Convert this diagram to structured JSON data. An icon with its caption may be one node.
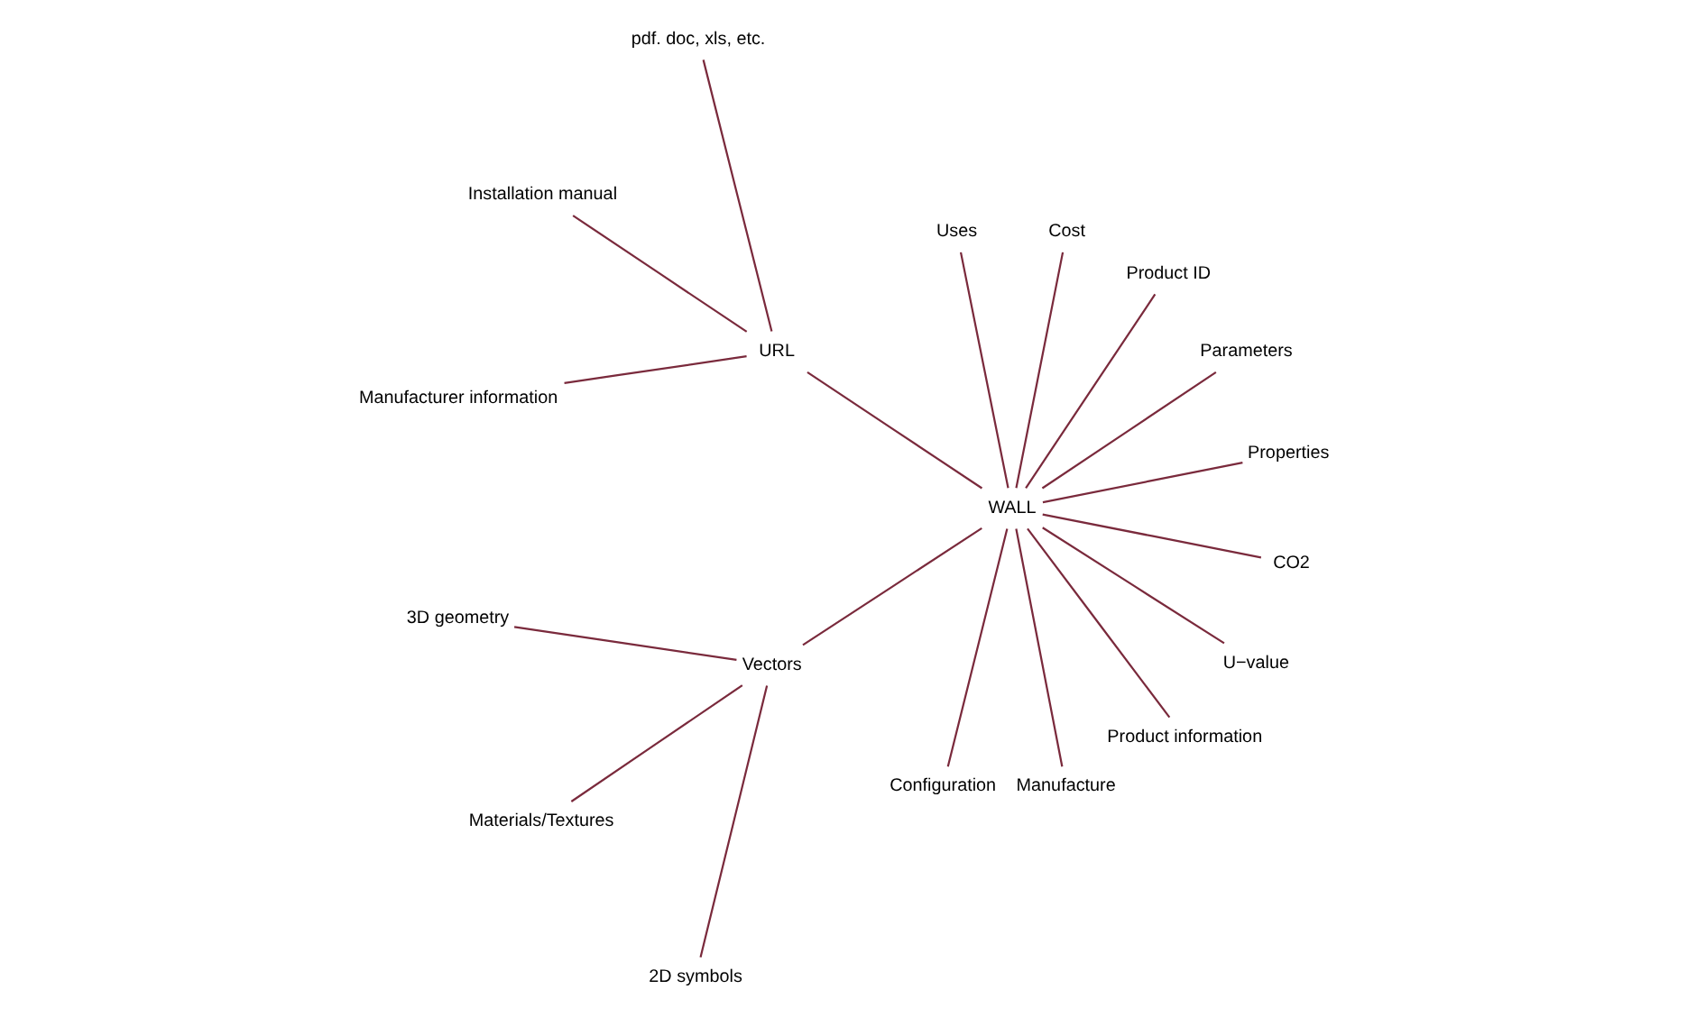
{
  "diagram": {
    "nodes": [
      {
        "text": [
          "WALL"
        ]
      },
      {
        "text": [
          "Properties"
        ]
      },
      {
        "text": [
          "Parameters"
        ]
      },
      {
        "text": [
          "Product ID"
        ]
      },
      {
        "text": [
          "Cost"
        ]
      },
      {
        "text": [
          "Uses"
        ]
      },
      {
        "text": [
          "URL"
        ]
      },
      {
        "text": [
          "pdf. doc, xls, etc."
        ]
      },
      {
        "text": [
          "Installation manual"
        ]
      },
      {
        "text": [
          "Manufacturer information"
        ]
      },
      {
        "text": [
          "Vectors"
        ]
      },
      {
        "text": [
          "3D geometry"
        ]
      },
      {
        "text": [
          "Materials/Textures"
        ]
      },
      {
        "text": [
          "2D symbols"
        ]
      },
      {
        "text": [
          "Configuration"
        ]
      },
      {
        "text": [
          "Manufacture"
        ]
      },
      {
        "text": [
          "Product information"
        ]
      },
      {
        "text": [
          "U−value"
        ]
      },
      {
        "text": [
          "CO2"
        ]
      }
    ],
    "edges": [
      {
        "from": 0,
        "to": 1,
        "arrow": "none"
      },
      {
        "from": 0,
        "to": 2,
        "arrow": "none"
      },
      {
        "from": 0,
        "to": 4,
        "arrow": "none"
      },
      {
        "from": 0,
        "to": 6,
        "arrow": "none"
      },
      {
        "from": 0,
        "to": 10,
        "arrow": "none"
      },
      {
        "from": 0,
        "to": 16,
        "arrow": "none"
      },
      {
        "from": 0,
        "to": 18,
        "arrow": "none"
      },
      {
        "from": 0,
        "to": 17,
        "arrow": "none"
      },
      {
        "from": 0,
        "to": 15,
        "arrow": "none"
      },
      {
        "from": 0,
        "to": 14,
        "arrow": "none"
      },
      {
        "from": 0,
        "to": 5,
        "arrow": "none"
      },
      {
        "from": 0,
        "to": 3,
        "arrow": "none"
      },
      {
        "from": 6,
        "to": 7,
        "arrow": "none"
      },
      {
        "from": 6,
        "to": 8,
        "arrow": "none"
      },
      {
        "from": 6,
        "to": 9,
        "arrow": "none"
      },
      {
        "from": 10,
        "to": 11,
        "arrow": "none"
      },
      {
        "from": 10,
        "to": 12,
        "arrow": "none"
      },
      {
        "from": 10,
        "to": 13,
        "arrow": "none"
      }
    ]
  }
}
